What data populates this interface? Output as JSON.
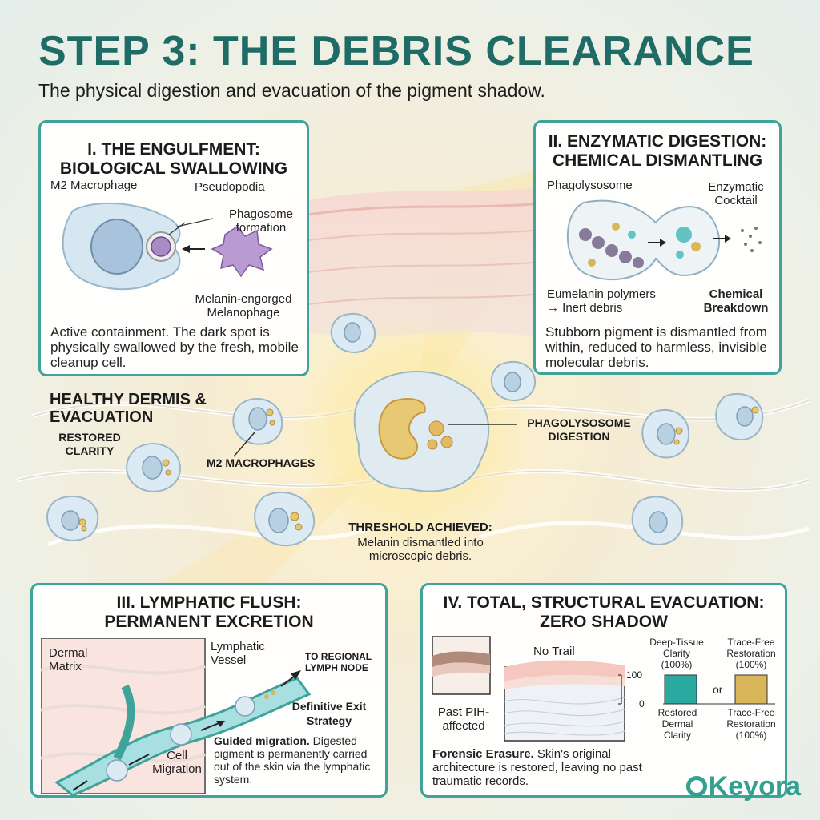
{
  "title": "STEP 3: THE DEBRIS CLEARANCE",
  "subtitle": "The physical digestion and evacuation of the pigment shadow.",
  "panel1": {
    "title_line1": "I. THE ENGULFMENT:",
    "title_line2": "BIOLOGICAL SWALLOWING",
    "label_macrophage": "M2 Macrophage",
    "label_pseudopodia": "Pseudopodia",
    "label_phagosome": "Phagosome formation",
    "label_melanophage": "Melanin-engorged Melanophage",
    "description": "Active containment. The dark spot is physically swallowed by the fresh, mobile cleanup cell."
  },
  "panel2": {
    "title_line1": "II. ENZYMATIC DIGESTION:",
    "title_line2": "CHEMICAL DISMANTLING",
    "label_phagolysosome": "Phagolysosome",
    "label_enzymatic": "Enzymatic Cocktail",
    "label_eumelanin": "Eumelanin polymers → Inert debris",
    "label_breakdown": "Chemical Breakdown",
    "description": "Stubborn pigment is dismantled from within, reduced to harmless, invisible molecular debris."
  },
  "center": {
    "healthy_title": "HEALTHY DERMIS & EVACUATION",
    "restored_clarity": "RESTORED CLARITY",
    "m2_macrophages": "M2 MACROPHAGES",
    "phagolysosome_digestion": "PHAGOLYSOSOME DIGESTION",
    "threshold_title": "THRESHOLD ACHIEVED:",
    "threshold_text": "Melanin dismantled into microscopic debris."
  },
  "panel3": {
    "title_line1": "III. LYMPHATIC FLUSH:",
    "title_line2": "PERMANENT EXCRETION",
    "label_dermal_matrix": "Dermal Matrix",
    "label_lymphatic_vessel": "Lymphatic Vessel",
    "label_lymph_node": "TO REGIONAL LYMPH NODE",
    "label_exit": "Definitive Exit Strategy",
    "label_cell_migration": "Cell Migration",
    "description_bold": "Guided migration.",
    "description": "Digested pigment is permanently carried out of the skin via the lymphatic system."
  },
  "panel4": {
    "title_line1": "IV. TOTAL, STRUCTURAL EVACUATION:",
    "title_line2": "ZERO SHADOW",
    "label_no_trail": "No Trail",
    "label_past": "Past PIH-affected",
    "axis_top": "100",
    "axis_bottom": "0",
    "label_deep_tissue": "Deep-Tissue Clarity (100%)",
    "label_trace_free_top": "Trace-Free Restoration (100%)",
    "label_or": "or",
    "label_restored_dermal": "Restored Dermal Clarity",
    "label_trace_free_bottom": "Trace-Free Restoration (100%)",
    "description_bold": "Forensic Erasure.",
    "description": "Skin's original architecture is restored, leaving no past traumatic records."
  },
  "chart_data": {
    "type": "bar",
    "categories": [
      "Restored Dermal Clarity",
      "Trace-Free Restoration (100%)"
    ],
    "values": [
      100,
      100
    ],
    "ylim": [
      0,
      100
    ],
    "colors": [
      "#2aa9a0",
      "#d9b659"
    ]
  },
  "colors": {
    "teal": "#3fa39b",
    "title": "#1f6b66",
    "gold": "#d9b659",
    "cell": "#cfe3ee"
  },
  "logo": "Keyora"
}
